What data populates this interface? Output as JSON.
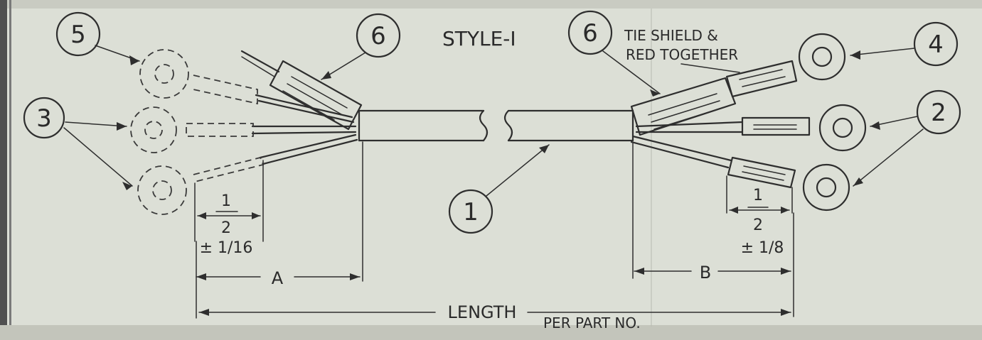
{
  "drawing": {
    "style_label": "STYLE-I",
    "note_line1": "TIE SHIELD &",
    "note_line2": "RED TOGETHER",
    "callouts": {
      "c1": "1",
      "c2": "2",
      "c3": "3",
      "c4": "4",
      "c5": "5",
      "c6a": "6",
      "c6b": "6"
    },
    "dims": {
      "left_num": "1",
      "left_den": "2",
      "left_tol": "± 1/16",
      "right_num": "1",
      "right_den": "2",
      "right_tol": "± 1/8",
      "a_label": "A",
      "b_label": "B",
      "length_label": "LENGTH",
      "length_sub": "PER PART NO."
    }
  }
}
